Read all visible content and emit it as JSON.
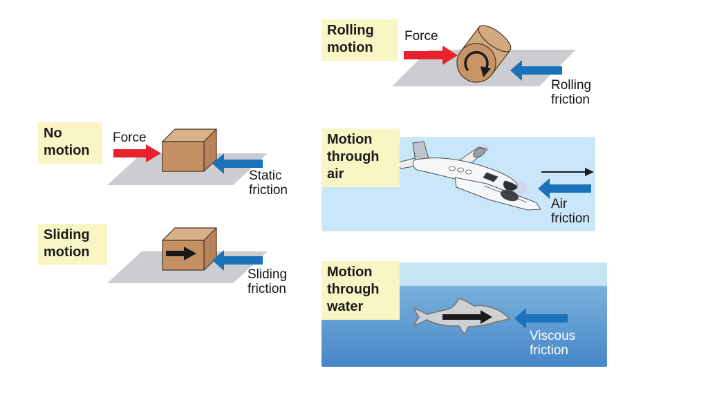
{
  "panels": {
    "no_motion": {
      "label_lines": [
        "No",
        "motion"
      ],
      "force_label": "Force",
      "friction_lines": [
        "Static",
        "friction"
      ]
    },
    "sliding_motion": {
      "label_lines": [
        "Sliding",
        "motion"
      ],
      "friction_lines": [
        "Sliding",
        "friction"
      ]
    },
    "rolling_motion": {
      "label_lines": [
        "Rolling",
        "motion"
      ],
      "force_label": "Force",
      "friction_lines": [
        "Rolling",
        "friction"
      ]
    },
    "motion_through_air": {
      "label_lines": [
        "Motion",
        "through",
        "air"
      ],
      "friction_lines": [
        "Air",
        "friction"
      ]
    },
    "motion_through_water": {
      "label_lines": [
        "Motion",
        "through",
        "water"
      ],
      "friction_lines": [
        "Viscous",
        "friction"
      ]
    }
  },
  "colors": {
    "label_bg": "#FAF5C5",
    "force_arrow": "#E8222C",
    "friction_arrow": "#1A72BA",
    "motion_arrow": "#1A1A1A",
    "surface": "#CBCDD0",
    "box_top": "#D7B189",
    "box_front": "#C49064",
    "box_side": "#B9825A",
    "cylinder_body": "#D2A87F",
    "cylinder_face": "#C89467",
    "air_background": "#C9E7F8",
    "water_surface": "#C6E5F5",
    "water_mid": "#79B1DC",
    "water_deep": "#4786C8",
    "dolphin_body": "#CDD1D4",
    "viscous_text": "#FFFFFF",
    "outline": "#4A3423"
  }
}
